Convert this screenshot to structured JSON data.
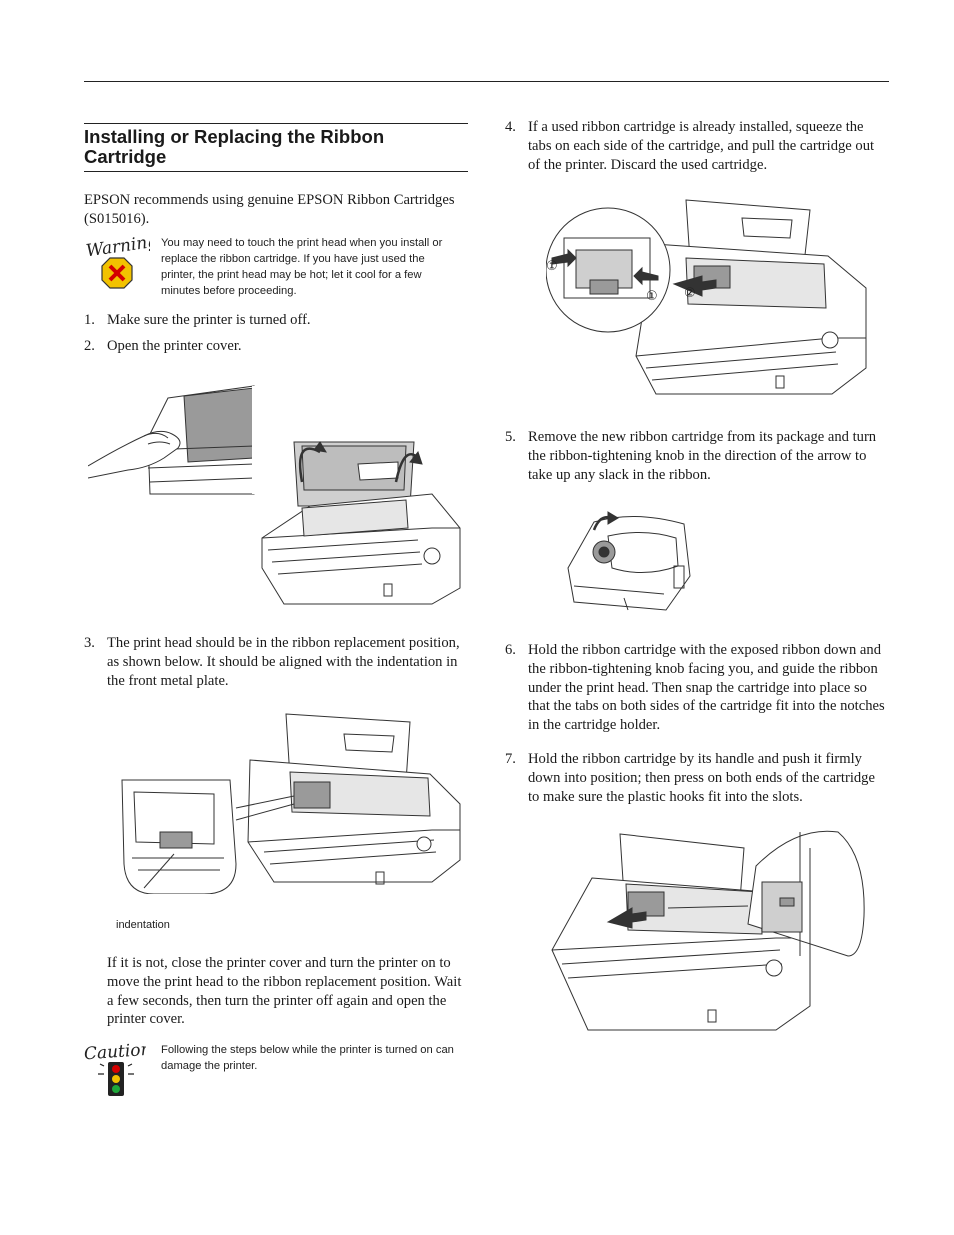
{
  "section": {
    "title": "Installing or Replacing the Ribbon Cartridge",
    "intro": "EPSON recommends using genuine EPSON Ribbon Cartridges (S015016)."
  },
  "warning": {
    "label": "Warning",
    "icon": "warning-stop-icon",
    "text": "You may need to touch the print head when you install or replace the ribbon cartridge. If you have just used the printer, the print head may be hot; let it cool for a few minutes before proceeding."
  },
  "steps": [
    {
      "num": "1.",
      "text": "Make sure the printer is turned off."
    },
    {
      "num": "2.",
      "text": "Open the printer cover."
    },
    {
      "num": "3.",
      "text": "The print head should be in the ribbon replacement position, as shown below. It should be aligned with the indentation in the front metal plate."
    },
    {
      "num": "4.",
      "text": "If a used ribbon cartridge is already installed, squeeze the tabs on each side of the cartridge, and pull the cartridge out of the printer. Discard the used cartridge."
    },
    {
      "num": "5.",
      "text": "Remove the new ribbon cartridge from its package and turn the ribbon-tightening knob in the direction of the arrow to take up any slack in the ribbon."
    },
    {
      "num": "6.",
      "text": "Hold the ribbon cartridge with the exposed ribbon down and the ribbon-tightening knob facing you, and guide the ribbon under the print head. Then snap the cartridge into place so that the tabs on both sides of the cartridge fit into the notches in the cartridge holder."
    },
    {
      "num": "7.",
      "text": "Hold the ribbon cartridge by its handle and push it firmly down into position; then press on both ends of the cartridge to make sure the plastic hooks fit into the slots."
    }
  ],
  "figure3": {
    "label": "indentation"
  },
  "figure4": {
    "callout1": "①",
    "callout2": "②"
  },
  "step3_followup": "If it is not, close the printer cover and turn the printer on to move the print head to the ribbon replacement position. Wait a few seconds, then turn the printer off again and open the printer cover.",
  "caution": {
    "label": "Caution",
    "icon": "caution-traffic-light-icon",
    "text": "Following the steps below while the printer is turned on can damage the printer."
  }
}
